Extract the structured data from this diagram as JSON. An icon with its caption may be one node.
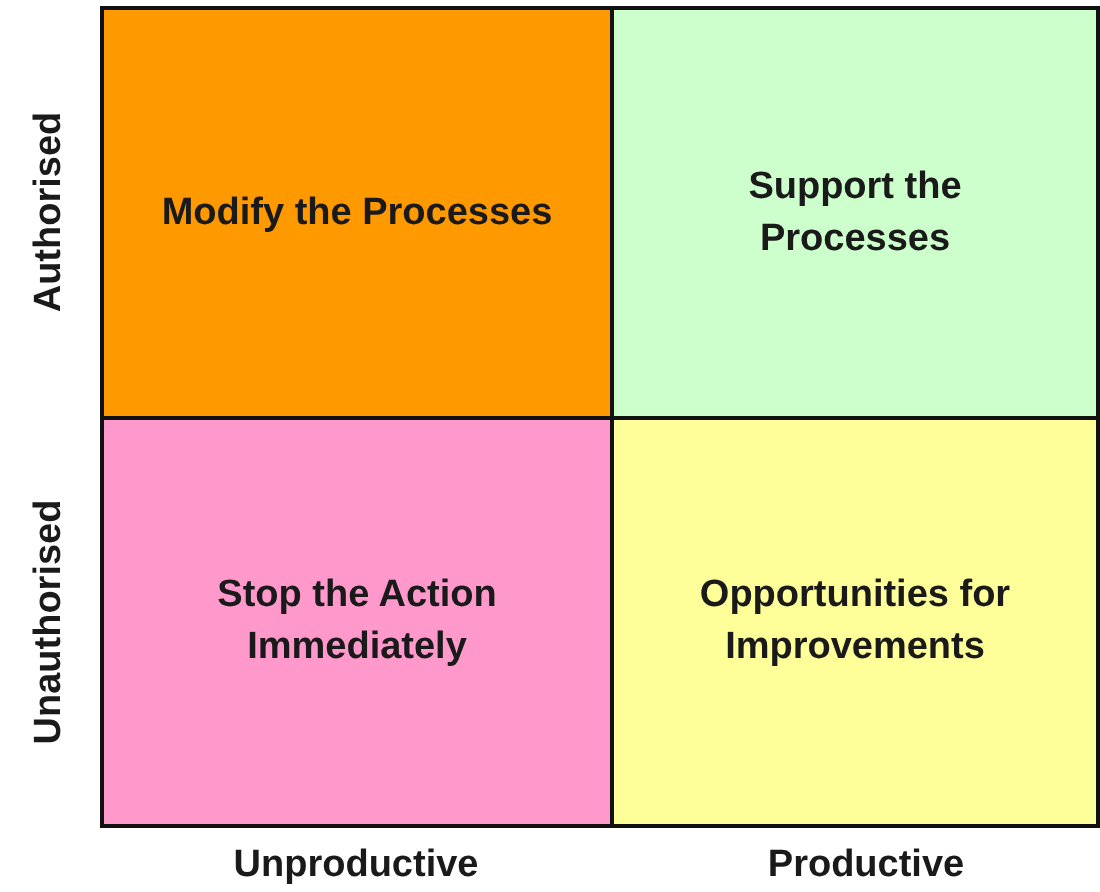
{
  "diagram": {
    "nodes": [
      {
        "text": [
          "Modify the Processes"
        ]
      },
      {
        "text": [
          "Support the Processes"
        ]
      },
      {
        "text": [
          "Stop the Action Immediately"
        ]
      },
      {
        "text": [
          "Opportunities for Improvements"
        ]
      }
    ],
    "labels": [
      "Authorised",
      "Unauthorised",
      "Unproductive",
      "Productive"
    ]
  }
}
